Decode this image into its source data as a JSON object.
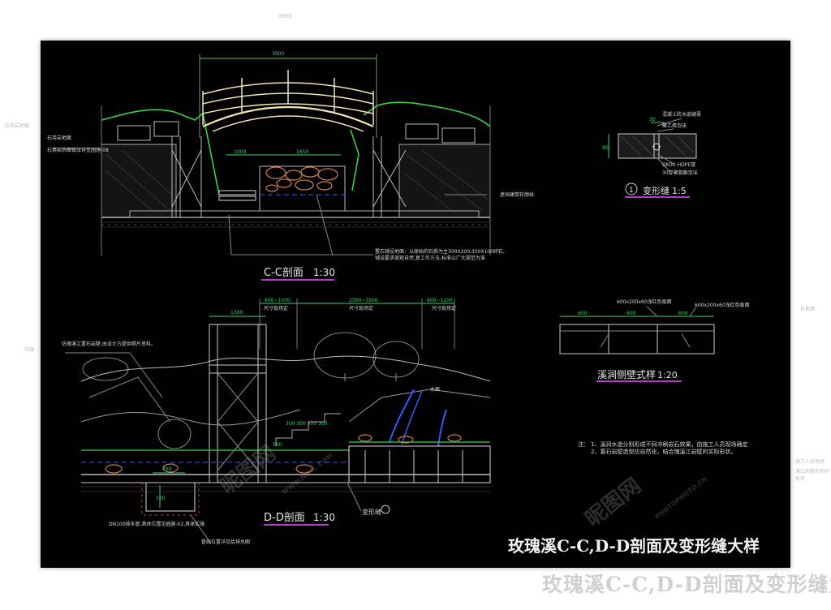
{
  "drawing": {
    "title": "玫瑰溪C-C,D-D剖面及变形缝大样",
    "section_cc": {
      "label": "C-C剖面",
      "scale": "1:30"
    },
    "section_dd": {
      "label": "D-D剖面",
      "scale": "1:30"
    },
    "joint_detail": {
      "number": "1",
      "label": "变形缝",
      "scale": "1:5"
    },
    "wall_detail": {
      "label": "溪涧侧壁式样",
      "scale": "1:20"
    }
  },
  "dimensions": {
    "outer_top": "3900",
    "bridge_span": "3900",
    "cc_left": "1000",
    "cc_right": "1650",
    "dd_1300": "1300",
    "dd_a": "600~1000",
    "dd_b": "2500~3500",
    "dd_c": "600~1200",
    "dd_d": "300 300 300 300",
    "dd_750": "750",
    "dd_500": "500",
    "dd_vert": "500",
    "wall_600a": "600",
    "wall_600b": "600",
    "wall_600c": "600",
    "joint_80": "80",
    "joint_30": "30"
  },
  "notes": {
    "cc_left_a": "石英岩地面",
    "cc_left_b": "石英岩饰面做法详见园施-08",
    "cc_right": "遮挡建筑轮廓线",
    "cc_bottom_a": "置石铺设地面：以原始的石质为主300X200,300X100碎石,",
    "cc_bottom_b": "铺设要求美观自然,复工作方法,标准以广大规范为准",
    "joint_a": "混凝土防水嵌缝膏",
    "joint_b": "聚乙烯泡沫",
    "joint_c": "DN30 HDPE管",
    "joint_d": "30厚聚氨酯泡沫",
    "dd_left": "仿瑰溪江置石岩壁,由设计方提供照片资料。",
    "dd_water": "水面",
    "dd_drain_a": "DN100排水管,具体位置见园施-02,具体实施",
    "dd_drain_b": "管线位置详见给排水图",
    "dd_joint": "变形缝",
    "dd_size_a": "尺寸现场定",
    "dd_size_b": "尺寸现场定",
    "dd_size_c": "尺寸现场定",
    "wall_a": "600x200x60浅红色板面",
    "wall_b": "600x200x60浅红色板面",
    "note_head": "注：",
    "note_1": "1、溪涧水道分别形成不同冲刷岩石效果，由施工人员现场确定",
    "note_2": "2、置石岩壁造型应自然化，结合瑰溪江岩壁的实际形状。",
    "outside_a": "石英岩地面",
    "outside_b": "仿瑰",
    "outside_c": "色板面",
    "outside_d": "施工人员现场",
    "outside_e": "溪江岩壁的实际形状"
  },
  "watermark": {
    "brand": "昵图网",
    "url": "WWW.NIPIC.COM",
    "photo": "PHOTOPHOTO.CN"
  },
  "colors": {
    "background": "#000000",
    "line": "#e0e0e0",
    "contour": "#39d33f",
    "title_underline": "#b43cc8",
    "dim_green": "#3fd070",
    "water": "#2f5cff",
    "rock": "#c97b4a",
    "bridge": "#efe6b0"
  }
}
